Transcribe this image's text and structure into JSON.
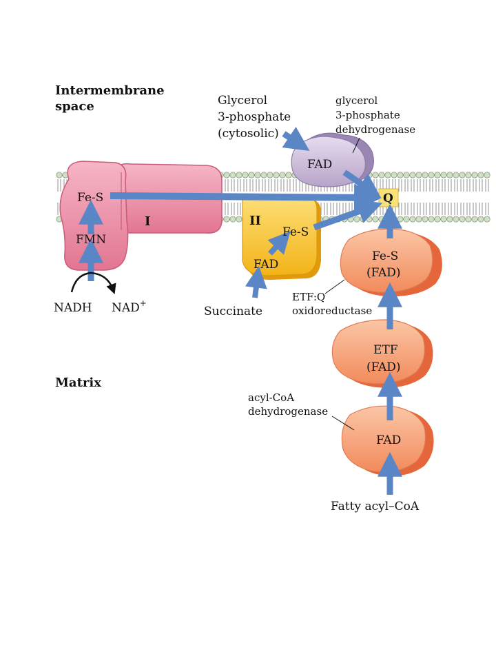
{
  "regions": {
    "intermembrane_line1": "Intermembrane",
    "intermembrane_line2": "space",
    "matrix": "Matrix"
  },
  "complex_I": {
    "numeral": "I",
    "fes": "Fe-S",
    "fmn": "FMN",
    "nadh": "NADH",
    "nad": "NAD",
    "nad_sup": "+"
  },
  "complex_II": {
    "numeral": "II",
    "fes": "Fe-S",
    "fad": "FAD",
    "substrate": "Succinate"
  },
  "glycerol": {
    "substrate_line1": "Glycerol",
    "substrate_line2": "3-phosphate",
    "substrate_line3": "(cytosolic)",
    "enzyme_line1": "glycerol",
    "enzyme_line2": "3-phosphate",
    "enzyme_line3": "dehydrogenase",
    "fad": "FAD"
  },
  "ubiquinone": {
    "label": "Q"
  },
  "etfq": {
    "fes": "Fe-S",
    "fad": "(FAD)",
    "name_line1": "ETF:Q",
    "name_line2": "oxidoreductase"
  },
  "etf": {
    "name": "ETF",
    "fad": "(FAD)"
  },
  "acyl": {
    "name_line1": "acyl-CoA",
    "name_line2": "dehydrogenase",
    "fad": "FAD",
    "substrate": "Fatty acyl–CoA"
  },
  "colors": {
    "complex_I": "#ec8ea5",
    "complex_II": "#f7c62e",
    "glycerol_enzyme": "#cdbcd8",
    "flavoprotein": "#f7a57a",
    "arrow": "#5b86c6",
    "membrane_head": "#cfe0c4"
  }
}
